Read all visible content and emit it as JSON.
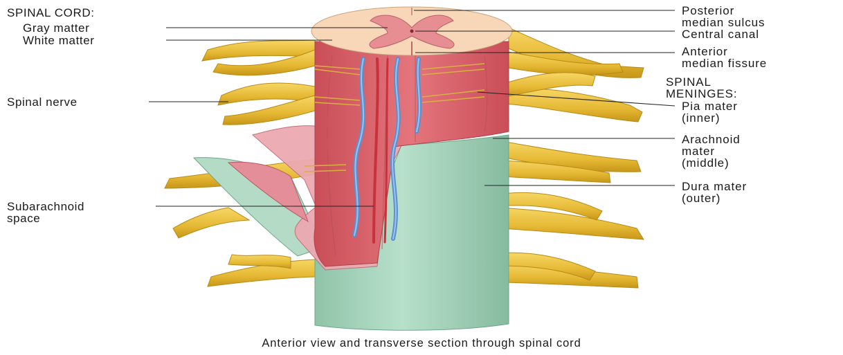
{
  "left_labels": {
    "spinal_cord_heading": "SPINAL CORD:",
    "gray_matter": "Gray matter",
    "white_matter": "White matter",
    "spinal_nerve": "Spinal nerve",
    "subarachnoid_1": "Subarachnoid",
    "subarachnoid_2": "space"
  },
  "right_labels": {
    "posterior_1": "Posterior",
    "posterior_2": "median sulcus",
    "central_canal": "Central canal",
    "anterior_1": "Anterior",
    "anterior_2": "median fissure",
    "meninges_1": "SPINAL",
    "meninges_2": "MENINGES:",
    "pia_1": "Pia mater",
    "pia_2": "(inner)",
    "arachnoid_1": "Arachnoid",
    "arachnoid_2": "mater",
    "arachnoid_3": "(middle)",
    "dura_1": "Dura mater",
    "dura_2": "(outer)"
  },
  "caption": "Anterior view and transverse section through spinal cord",
  "colors": {
    "nerve": "#e7bf3c",
    "nerve_dark": "#c99a1c",
    "pia": "#d9626b",
    "arachnoid": "#e8a3ac",
    "dura": "#a9d6bf",
    "white_matter": "#f7d7b8",
    "gray_matter": "#e78e93",
    "vein": "#5a8fd0",
    "artery": "#c8323c"
  }
}
